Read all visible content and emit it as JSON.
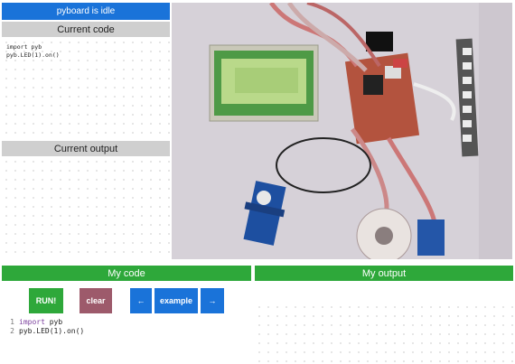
{
  "status": "pyboard is idle",
  "current_code": {
    "title": "Current code",
    "lines": [
      "import pyb",
      "pyb.LED(1).on()"
    ]
  },
  "current_output": {
    "title": "Current output"
  },
  "my_code": {
    "title": "My code",
    "buttons": {
      "run": "RUN!",
      "clear": "clear",
      "prev": "←",
      "example": "example",
      "next": "→"
    },
    "editor_lines": [
      {
        "num": "1",
        "kw": "import",
        "rest": " pyb"
      },
      {
        "num": "2",
        "kw": "",
        "rest": "pyb.LED(1).on()"
      }
    ]
  },
  "my_output": {
    "title": "My output"
  },
  "colors": {
    "status_bg": "#1a73d9",
    "header_green": "#2ea83a",
    "run_green": "#2ea83a",
    "clear_mauve": "#9d5a6b",
    "nav_blue": "#1a73d9"
  }
}
